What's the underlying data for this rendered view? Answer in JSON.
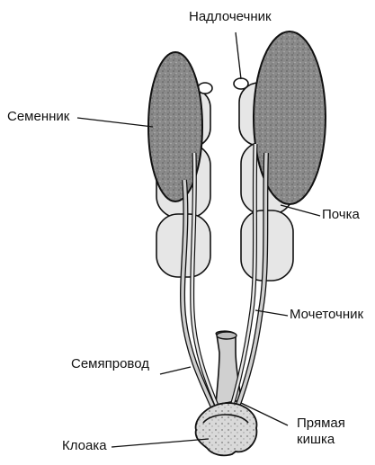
{
  "labels": {
    "adrenal": "Надлочечник",
    "testis": "Семенник",
    "kidney": "Почка",
    "ureter": "Мочеточник",
    "vas_deferens": "Семяпровод",
    "rectum_line1": "Прямая",
    "rectum_line2": "кишка",
    "cloaca": "Клоака"
  },
  "colors": {
    "ink": "#111111",
    "kidney_fill": "#e6e6e6",
    "testis_fill": "#8a8a8a",
    "duct_fill": "#cfcfcf",
    "cloaca_fill": "#d9d9d9"
  }
}
